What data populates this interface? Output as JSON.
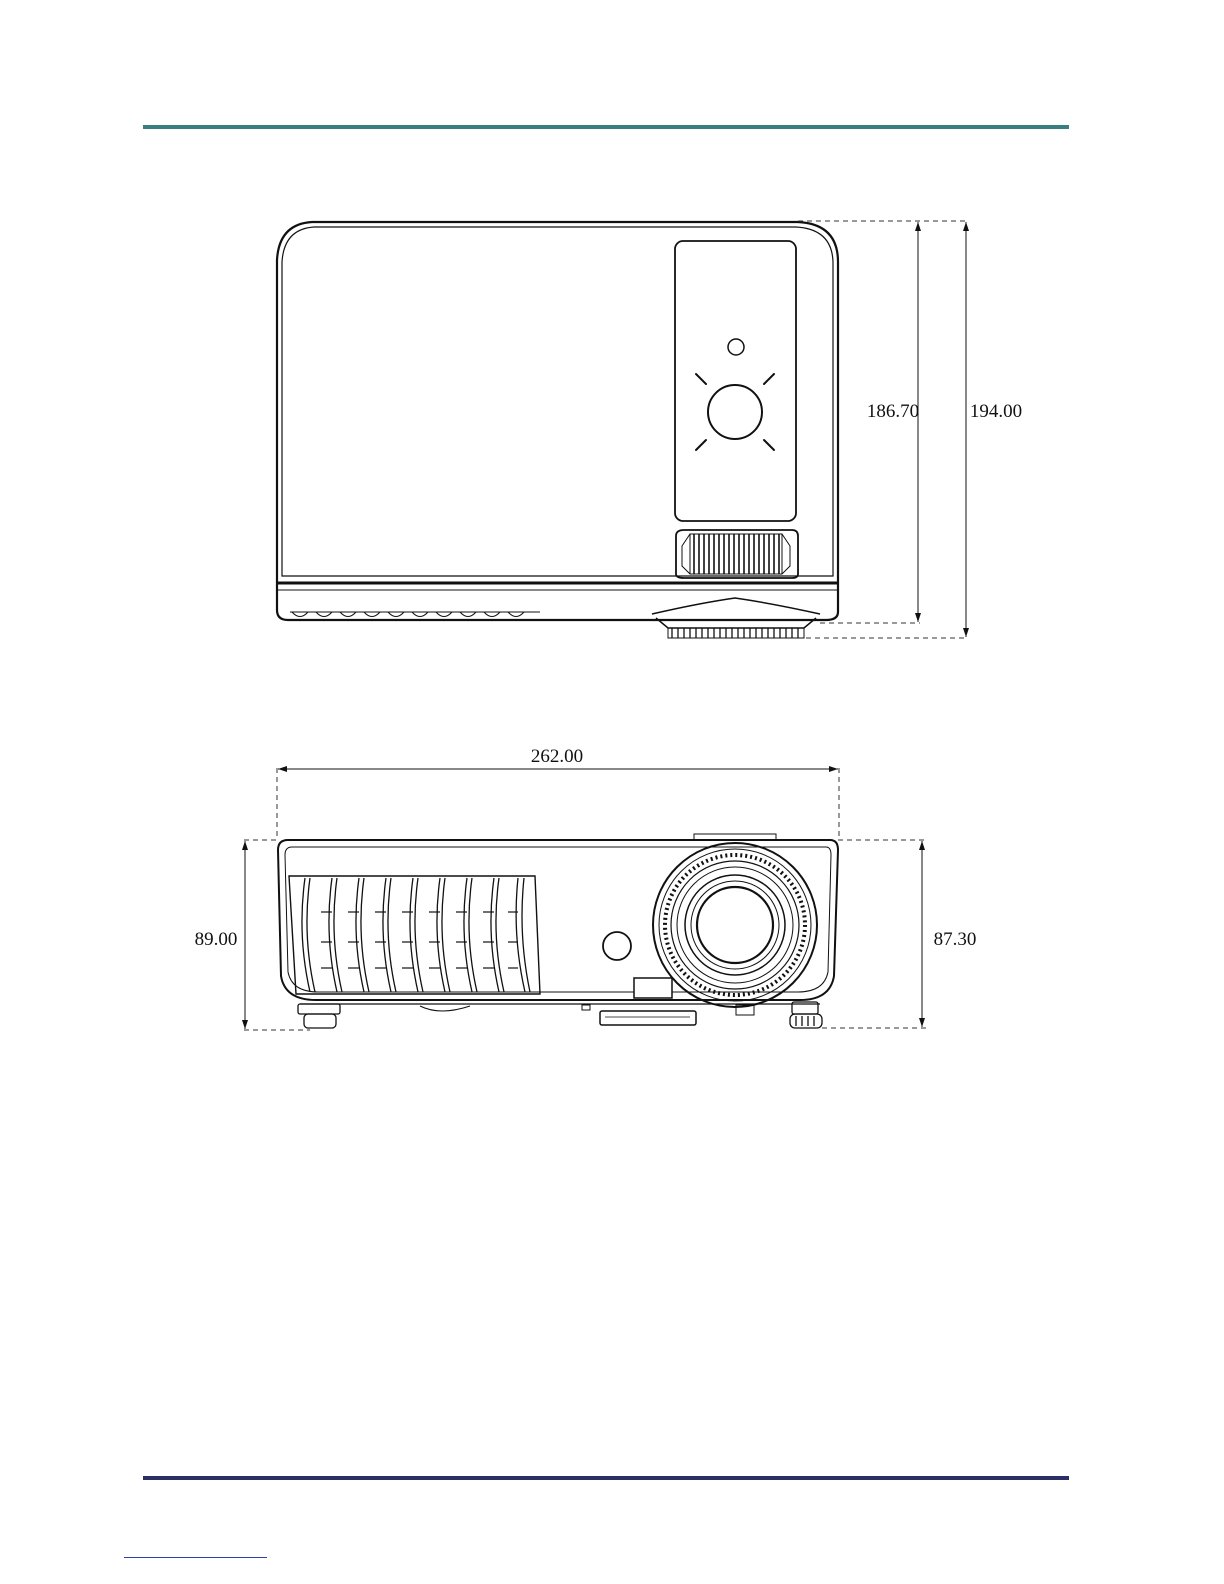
{
  "colors": {
    "header_rule": "#3a7f7f",
    "footer_rule": "#2b2f66",
    "footer_link": "#2f3fa8"
  },
  "top_view": {
    "depth_body": "186.70",
    "depth_total": "194.00"
  },
  "front_view": {
    "width": "262.00",
    "height_total": "89.00",
    "height_body": "87.30"
  }
}
